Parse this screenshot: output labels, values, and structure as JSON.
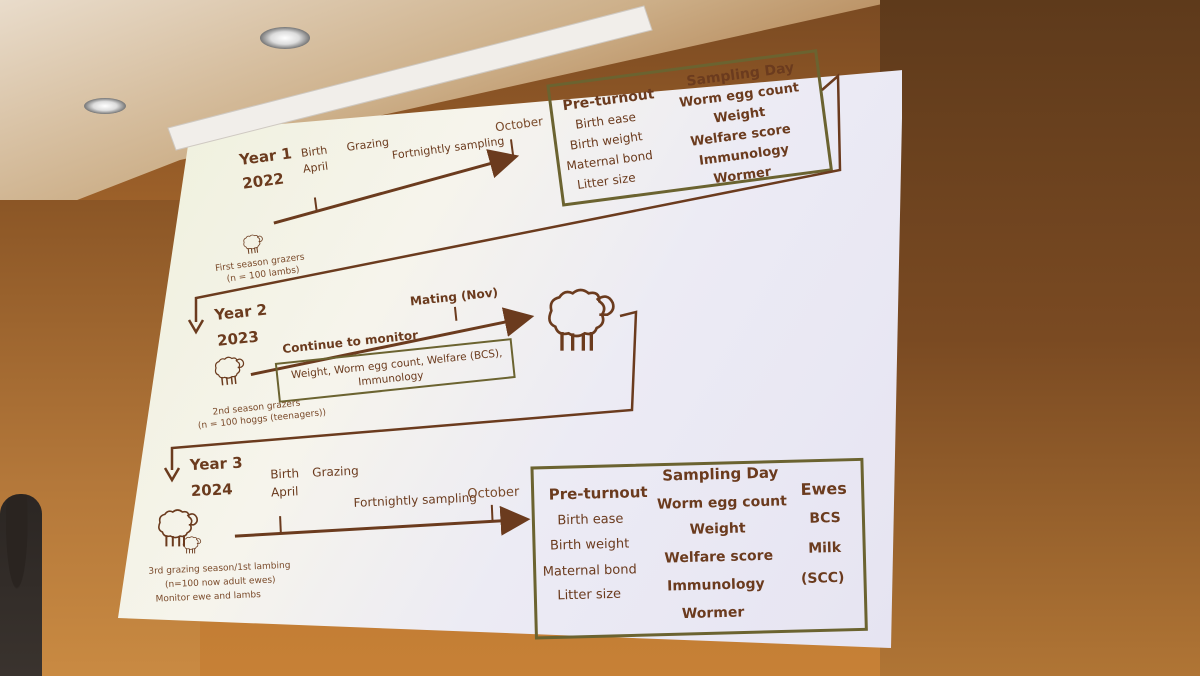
{
  "year1": {
    "title": "Year 1",
    "year": "2022",
    "birth": "Birth",
    "april": "April",
    "grazing": "Grazing",
    "fortnightly": "Fortnightly sampling",
    "october": "October",
    "group_line1": "First season grazers",
    "group_line2": "(n = 100 lambs)",
    "preturnout_title": "Pre-turnout",
    "preturnout_items": [
      "Birth ease",
      "Birth weight",
      "Maternal bond",
      "Litter size"
    ],
    "sampling_title": "Sampling Day",
    "sampling_items": [
      "Worm egg count",
      "Weight",
      "Welfare score",
      "Immunology",
      "Wormer"
    ]
  },
  "year2": {
    "title": "Year 2",
    "year": "2023",
    "mating": "Mating (Nov)",
    "continue": "Continue to monitor",
    "box_line1": "Weight, Worm egg count, Welfare (BCS),",
    "box_line2": "Immunology",
    "group_line1": "2nd season grazers",
    "group_line2": "(n = 100 hoggs (teenagers))"
  },
  "year3": {
    "title": "Year 3",
    "year": "2024",
    "birth": "Birth",
    "april": "April",
    "grazing": "Grazing",
    "fortnightly": "Fortnightly sampling",
    "october": "October",
    "group_line1": "3rd grazing season/1st lambing",
    "group_line2": "(n=100 now adult ewes)",
    "group_line3": "Monitor ewe and lambs",
    "preturnout_title": "Pre-turnout",
    "preturnout_items": [
      "Birth ease",
      "Birth weight",
      "Maternal bond",
      "Litter size"
    ],
    "sampling_title": "Sampling Day",
    "sampling_items": [
      "Worm egg count",
      "Weight",
      "Welfare score",
      "Immunology",
      "Wormer"
    ],
    "ewes_title": "Ewes",
    "ewes_items": [
      "BCS",
      "Milk",
      "(SCC)"
    ]
  },
  "colors": {
    "accent": "#6b3b1e",
    "box_border": "#6b6330",
    "screen": "#f3f2ea"
  },
  "icons": [
    "sheep-icon"
  ]
}
